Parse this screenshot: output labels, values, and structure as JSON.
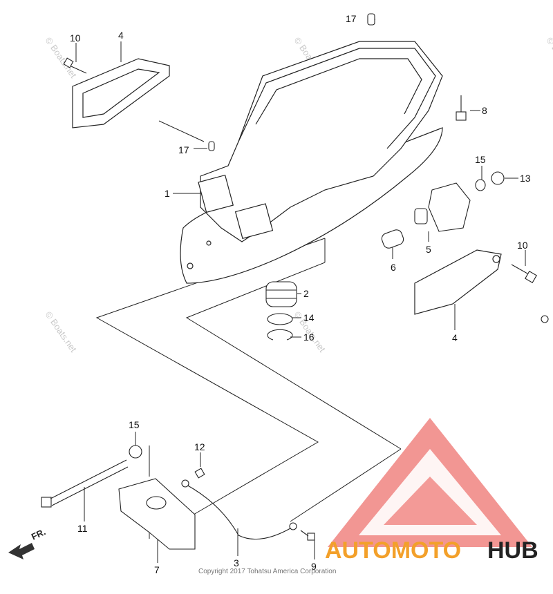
{
  "callouts": {
    "c17_top": "17",
    "c10_left": "10",
    "c4_left": "4",
    "c8": "8",
    "c17_mid": "17",
    "c1": "1",
    "c15_right": "15",
    "c13": "13",
    "c5": "5",
    "c6": "6",
    "c10_right": "10",
    "c2": "2",
    "c14": "14",
    "c16": "16",
    "c4_right": "4",
    "c15_bottom": "15",
    "c12": "12",
    "c11": "11",
    "c7": "7",
    "c3": "3",
    "c9": "9"
  },
  "front_marker": "FR.",
  "copyright": "Copyright 2017 Tohatsu America Corporation",
  "watermark_text": "© Boats.net",
  "logo": {
    "text_a": "AUTOMOTO",
    "text_b": "HUB",
    "color_a": "#f3a02a",
    "color_b": "#222222",
    "triangle_color": "#e8403a"
  }
}
